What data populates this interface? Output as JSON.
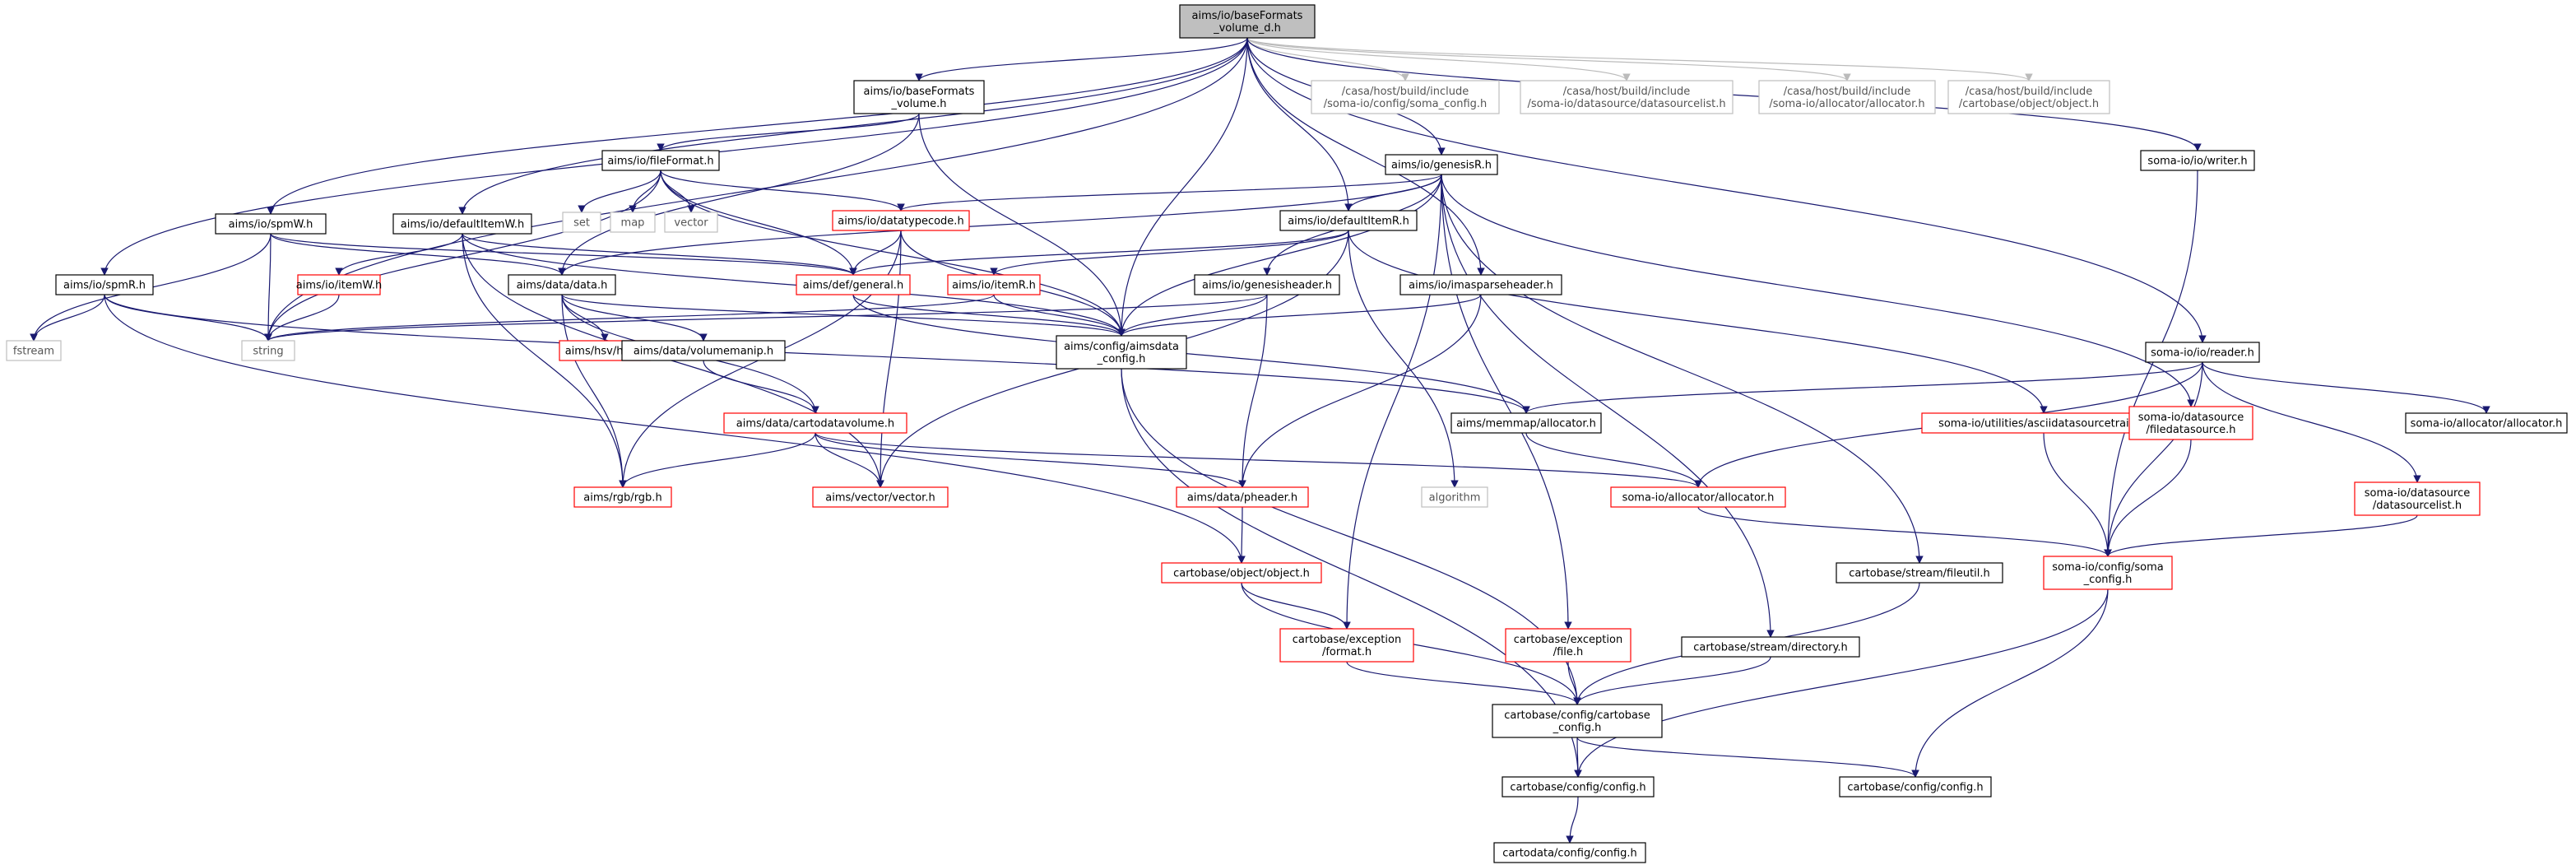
{
  "diagram": {
    "kind": "include-dependency-graph",
    "colors": {
      "edge": "#191970",
      "edge_external": "#bbbbbb",
      "border_default": "#000000",
      "border_truncated": "#ff0000",
      "border_external": "#bfbfbf",
      "root_fill": "#bfbfbf",
      "text_default": "#000000",
      "text_external": "#555555"
    },
    "nodes": [
      {
        "id": "root",
        "lines": [
          "aims/io/baseFormats",
          "_volume_d.h"
        ],
        "style": "root"
      },
      {
        "id": "baseFormats_volume",
        "lines": [
          "aims/io/baseFormats",
          "_volume.h"
        ],
        "style": "normal"
      },
      {
        "id": "soma_config_ext",
        "lines": [
          "/casa/host/build/include",
          "/soma-io/config/soma_config.h"
        ],
        "style": "external"
      },
      {
        "id": "datasourcelist_ext",
        "lines": [
          "/casa/host/build/include",
          "/soma-io/datasource/datasourcelist.h"
        ],
        "style": "external"
      },
      {
        "id": "allocator_ext",
        "lines": [
          "/casa/host/build/include",
          "/soma-io/allocator/allocator.h"
        ],
        "style": "external"
      },
      {
        "id": "object_ext",
        "lines": [
          "/casa/host/build/include",
          "/cartobase/object/object.h"
        ],
        "style": "external"
      },
      {
        "id": "writer",
        "lines": [
          "soma-io/io/writer.h"
        ],
        "style": "normal"
      },
      {
        "id": "fileFormat",
        "lines": [
          "aims/io/fileFormat.h"
        ],
        "style": "normal"
      },
      {
        "id": "genesisR",
        "lines": [
          "aims/io/genesisR.h"
        ],
        "style": "normal"
      },
      {
        "id": "set",
        "lines": [
          "set"
        ],
        "style": "external"
      },
      {
        "id": "map",
        "lines": [
          "map"
        ],
        "style": "external"
      },
      {
        "id": "vector_std",
        "lines": [
          "vector"
        ],
        "style": "external"
      },
      {
        "id": "spmW",
        "lines": [
          "aims/io/spmW.h"
        ],
        "style": "normal"
      },
      {
        "id": "defaultItemW",
        "lines": [
          "aims/io/defaultItemW.h"
        ],
        "style": "normal"
      },
      {
        "id": "datatypecode",
        "lines": [
          "aims/io/datatypecode.h"
        ],
        "style": "truncated"
      },
      {
        "id": "defaultItemR",
        "lines": [
          "aims/io/defaultItemR.h"
        ],
        "style": "normal"
      },
      {
        "id": "spmR",
        "lines": [
          "aims/io/spmR.h"
        ],
        "style": "normal"
      },
      {
        "id": "itemW",
        "lines": [
          "aims/io/itemW.h"
        ],
        "style": "truncated"
      },
      {
        "id": "data",
        "lines": [
          "aims/data/data.h"
        ],
        "style": "normal"
      },
      {
        "id": "general",
        "lines": [
          "aims/def/general.h"
        ],
        "style": "truncated"
      },
      {
        "id": "itemR",
        "lines": [
          "aims/io/itemR.h"
        ],
        "style": "truncated"
      },
      {
        "id": "genesisheader",
        "lines": [
          "aims/io/genesisheader.h"
        ],
        "style": "normal"
      },
      {
        "id": "imasparseheader",
        "lines": [
          "aims/io/imasparseheader.h"
        ],
        "style": "normal"
      },
      {
        "id": "fstream",
        "lines": [
          "fstream"
        ],
        "style": "external"
      },
      {
        "id": "string",
        "lines": [
          "string"
        ],
        "style": "external"
      },
      {
        "id": "hsv",
        "lines": [
          "aims/hsv/hsv.h"
        ],
        "style": "truncated"
      },
      {
        "id": "volumemanip",
        "lines": [
          "aims/data/volumemanip.h"
        ],
        "style": "normal"
      },
      {
        "id": "aimsdata_config",
        "lines": [
          "aims/config/aimsdata",
          "_config.h"
        ],
        "style": "normal"
      },
      {
        "id": "reader",
        "lines": [
          "soma-io/io/reader.h"
        ],
        "style": "normal"
      },
      {
        "id": "cartodatavolume",
        "lines": [
          "aims/data/cartodatavolume.h"
        ],
        "style": "truncated"
      },
      {
        "id": "memmap_allocator",
        "lines": [
          "aims/memmap/allocator.h"
        ],
        "style": "normal"
      },
      {
        "id": "asciidatasourcetraits",
        "lines": [
          "soma-io/utilities/asciidatasourcetraits.h"
        ],
        "style": "truncated"
      },
      {
        "id": "filedatasource",
        "lines": [
          "soma-io/datasource",
          "/filedatasource.h"
        ],
        "style": "truncated"
      },
      {
        "id": "somaio_allocator_allocator",
        "lines": [
          "soma-io/allocator/allocator.h"
        ],
        "style": "normal"
      },
      {
        "id": "rgb",
        "lines": [
          "aims/rgb/rgb.h"
        ],
        "style": "truncated"
      },
      {
        "id": "vector_aims",
        "lines": [
          "aims/vector/vector.h"
        ],
        "style": "truncated"
      },
      {
        "id": "pheader",
        "lines": [
          "aims/data/pheader.h"
        ],
        "style": "truncated"
      },
      {
        "id": "algorithm",
        "lines": [
          "algorithm"
        ],
        "style": "external"
      },
      {
        "id": "somaio_allocator",
        "lines": [
          "soma-io/allocator/allocator.h"
        ],
        "style": "truncated"
      },
      {
        "id": "datasourcelist",
        "lines": [
          "soma-io/datasource",
          "/datasourcelist.h"
        ],
        "style": "truncated"
      },
      {
        "id": "cartobase_object",
        "lines": [
          "cartobase/object/object.h"
        ],
        "style": "truncated"
      },
      {
        "id": "fileutil",
        "lines": [
          "cartobase/stream/fileutil.h"
        ],
        "style": "normal"
      },
      {
        "id": "soma_config",
        "lines": [
          "soma-io/config/soma",
          "_config.h"
        ],
        "style": "truncated"
      },
      {
        "id": "exception_format",
        "lines": [
          "cartobase/exception",
          "/format.h"
        ],
        "style": "truncated"
      },
      {
        "id": "exception_file",
        "lines": [
          "cartobase/exception",
          "/file.h"
        ],
        "style": "truncated"
      },
      {
        "id": "directory",
        "lines": [
          "cartobase/stream/directory.h"
        ],
        "style": "normal"
      },
      {
        "id": "cartobase_config",
        "lines": [
          "cartobase/config/cartobase",
          "_config.h"
        ],
        "style": "normal"
      },
      {
        "id": "config_left",
        "lines": [
          "cartobase/config/config.h"
        ],
        "style": "normal"
      },
      {
        "id": "config_right",
        "lines": [
          "cartobase/config/config.h"
        ],
        "style": "normal"
      },
      {
        "id": "cartodata_config",
        "lines": [
          "cartodata/config/config.h"
        ],
        "style": "normal"
      }
    ],
    "edges": [
      [
        "root",
        "baseFormats_volume"
      ],
      [
        "root",
        "soma_config_ext"
      ],
      [
        "root",
        "datasourcelist_ext"
      ],
      [
        "root",
        "allocator_ext"
      ],
      [
        "root",
        "object_ext"
      ],
      [
        "root",
        "writer"
      ],
      [
        "root",
        "genesisR"
      ],
      [
        "root",
        "spmW"
      ],
      [
        "root",
        "defaultItemW"
      ],
      [
        "root",
        "defaultItemR"
      ],
      [
        "root",
        "spmR"
      ],
      [
        "root",
        "string"
      ],
      [
        "root",
        "aimsdata_config"
      ],
      [
        "root",
        "reader"
      ],
      [
        "root",
        "imasparseheader"
      ],
      [
        "baseFormats_volume",
        "fileFormat"
      ],
      [
        "baseFormats_volume",
        "data"
      ],
      [
        "baseFormats_volume",
        "aimsdata_config"
      ],
      [
        "fileFormat",
        "set"
      ],
      [
        "fileFormat",
        "map"
      ],
      [
        "fileFormat",
        "vector_std"
      ],
      [
        "fileFormat",
        "string"
      ],
      [
        "fileFormat",
        "datatypecode"
      ],
      [
        "fileFormat",
        "general"
      ],
      [
        "fileFormat",
        "aimsdata_config"
      ],
      [
        "genesisR",
        "datatypecode"
      ],
      [
        "genesisR",
        "defaultItemR"
      ],
      [
        "genesisR",
        "genesisheader"
      ],
      [
        "genesisR",
        "aimsdata_config"
      ],
      [
        "genesisR",
        "data"
      ],
      [
        "genesisR",
        "exception_format"
      ],
      [
        "genesisR",
        "exception_file"
      ],
      [
        "genesisR",
        "directory"
      ],
      [
        "genesisR",
        "fileutil"
      ],
      [
        "genesisR",
        "filedatasource"
      ],
      [
        "spmW",
        "fstream"
      ],
      [
        "spmW",
        "string"
      ],
      [
        "spmW",
        "data"
      ],
      [
        "spmW",
        "general"
      ],
      [
        "defaultItemW",
        "itemW"
      ],
      [
        "defaultItemW",
        "general"
      ],
      [
        "defaultItemW",
        "rgb"
      ],
      [
        "defaultItemW",
        "vector_aims"
      ],
      [
        "defaultItemW",
        "aimsdata_config"
      ],
      [
        "datatypecode",
        "general"
      ],
      [
        "datatypecode",
        "vector_aims"
      ],
      [
        "datatypecode",
        "rgb"
      ],
      [
        "datatypecode",
        "aimsdata_config"
      ],
      [
        "defaultItemR",
        "itemR"
      ],
      [
        "defaultItemR",
        "general"
      ],
      [
        "defaultItemR",
        "asciidatasourcetraits"
      ],
      [
        "defaultItemR",
        "algorithm"
      ],
      [
        "defaultItemR",
        "vector_aims"
      ],
      [
        "spmR",
        "fstream"
      ],
      [
        "spmR",
        "string"
      ],
      [
        "spmR",
        "memmap_allocator"
      ],
      [
        "spmR",
        "cartobase_object"
      ],
      [
        "itemW",
        "string"
      ],
      [
        "data",
        "hsv"
      ],
      [
        "data",
        "rgb"
      ],
      [
        "data",
        "volumemanip"
      ],
      [
        "data",
        "cartodatavolume"
      ],
      [
        "data",
        "aimsdata_config"
      ],
      [
        "general",
        "aimsdata_config"
      ],
      [
        "general",
        "memmap_allocator"
      ],
      [
        "itemR",
        "string"
      ],
      [
        "itemR",
        "aimsdata_config"
      ],
      [
        "genesisheader",
        "string"
      ],
      [
        "genesisheader",
        "pheader"
      ],
      [
        "genesisheader",
        "aimsdata_config"
      ],
      [
        "imasparseheader",
        "aimsdata_config"
      ],
      [
        "imasparseheader",
        "pheader"
      ],
      [
        "volumemanip",
        "cartodatavolume"
      ],
      [
        "aimsdata_config",
        "cartobase_config"
      ],
      [
        "aimsdata_config",
        "config_left"
      ],
      [
        "reader",
        "memmap_allocator"
      ],
      [
        "reader",
        "somaio_allocator"
      ],
      [
        "reader",
        "somaio_allocator_allocator"
      ],
      [
        "reader",
        "datasourcelist"
      ],
      [
        "reader",
        "soma_config"
      ],
      [
        "writer",
        "soma_config"
      ],
      [
        "cartodatavolume",
        "rgb"
      ],
      [
        "cartodatavolume",
        "vector_aims"
      ],
      [
        "cartodatavolume",
        "pheader"
      ],
      [
        "cartodatavolume",
        "somaio_allocator"
      ],
      [
        "memmap_allocator",
        "somaio_allocator"
      ],
      [
        "asciidatasourcetraits",
        "soma_config"
      ],
      [
        "filedatasource",
        "soma_config"
      ],
      [
        "somaio_allocator",
        "soma_config"
      ],
      [
        "datasourcelist",
        "soma_config"
      ],
      [
        "pheader",
        "cartobase_object"
      ],
      [
        "cartobase_object",
        "exception_format"
      ],
      [
        "cartobase_object",
        "cartobase_config"
      ],
      [
        "fileutil",
        "cartobase_config"
      ],
      [
        "soma_config",
        "config_left"
      ],
      [
        "soma_config",
        "config_right"
      ],
      [
        "exception_format",
        "cartobase_config"
      ],
      [
        "exception_file",
        "cartobase_config"
      ],
      [
        "directory",
        "cartobase_config"
      ],
      [
        "cartobase_config",
        "config_left"
      ],
      [
        "cartobase_config",
        "config_right"
      ],
      [
        "config_left",
        "cartodata_config"
      ]
    ]
  }
}
